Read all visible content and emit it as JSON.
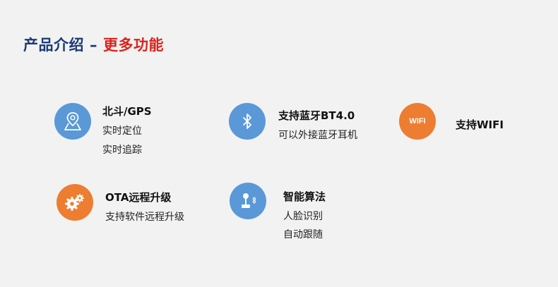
{
  "header": {
    "title_part1": "产品介绍",
    "title_dash": "–",
    "title_part2": "更多功能"
  },
  "colors": {
    "background": "#f2f2f2",
    "title_blue": "#1a3a78",
    "title_red": "#d9241b",
    "icon_blue": "#5a98d8",
    "icon_orange": "#ed7d31"
  },
  "features": [
    {
      "icon": "map-location-icon",
      "title": "北斗/GPS",
      "lines": [
        "实时定位",
        "实时追踪"
      ]
    },
    {
      "icon": "bluetooth-icon",
      "title": "支持蓝牙BT4.0",
      "lines": [
        "可以外接蓝牙耳机"
      ]
    },
    {
      "icon_label": "WIFI",
      "title": "支持WIFI",
      "lines": []
    },
    {
      "icon": "gears-icon",
      "title": "OTA远程升级",
      "lines": [
        "支持软件远程升级"
      ]
    },
    {
      "icon": "joystick-icon",
      "title": "智能算法",
      "lines": [
        "人脸识别",
        "自动跟随"
      ]
    }
  ]
}
